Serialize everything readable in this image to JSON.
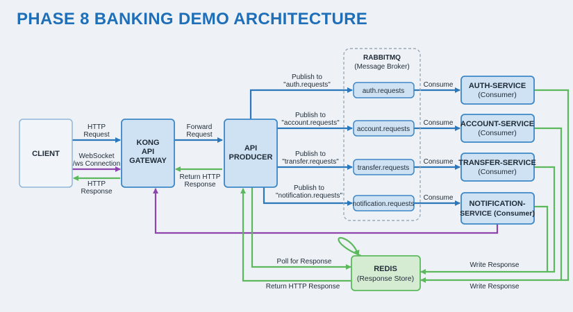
{
  "title": "PHASE 8 BANKING DEMO ARCHITECTURE",
  "colors": {
    "title": "#1f6fb8",
    "blue_flow": "#2a78bb",
    "green_flow": "#5cb85c",
    "purple_flow": "#8e44ad",
    "box_fill": "#cfe2f3",
    "box_stroke": "#3d86c6",
    "redis_fill": "#d6ecd2",
    "redis_stroke": "#5cb85c"
  },
  "nodes": {
    "client": "CLIENT",
    "gateway": [
      "KONG",
      "API",
      "GATEWAY"
    ],
    "producer": [
      "API",
      "PRODUCER"
    ],
    "broker": [
      "RABBITMQ",
      "(Message Broker)"
    ],
    "redis": [
      "REDIS",
      "(Response Store)"
    ],
    "queues": [
      "auth.requests",
      "account.requests",
      "transfer.requests",
      "notification.requests"
    ],
    "services": [
      [
        "AUTH-SERVICE",
        "(Consumer)"
      ],
      [
        "ACCOUNT-SERVICE",
        "(Consumer)"
      ],
      [
        "TRANSFER-SERVICE",
        "(Consumer)"
      ],
      [
        "NOTIFICATION-",
        "SERVICE (Consumer)"
      ]
    ]
  },
  "edges": {
    "http_request": [
      "HTTP",
      "Request"
    ],
    "websocket": [
      "WebSocket",
      "/ws Connection"
    ],
    "http_response": [
      "HTTP",
      "Response"
    ],
    "forward_request": [
      "Forward",
      "Request"
    ],
    "return_http_response": [
      "Return HTTP",
      "Response"
    ],
    "publish": [
      [
        "Publish to",
        "\"auth.requests\""
      ],
      [
        "Publish to",
        "\"account.requests\""
      ],
      [
        "Publish to",
        "\"transfer.requests\""
      ],
      [
        "Publish to",
        "\"notification.requests\""
      ]
    ],
    "consume": [
      "Consume",
      "Consume",
      "Consume",
      "Consume"
    ],
    "poll_for_response": "Poll for Response",
    "return_http_response_bottom": "Return HTTP Response",
    "write_response_1": "Write Response",
    "write_response_2": "Write Response"
  }
}
